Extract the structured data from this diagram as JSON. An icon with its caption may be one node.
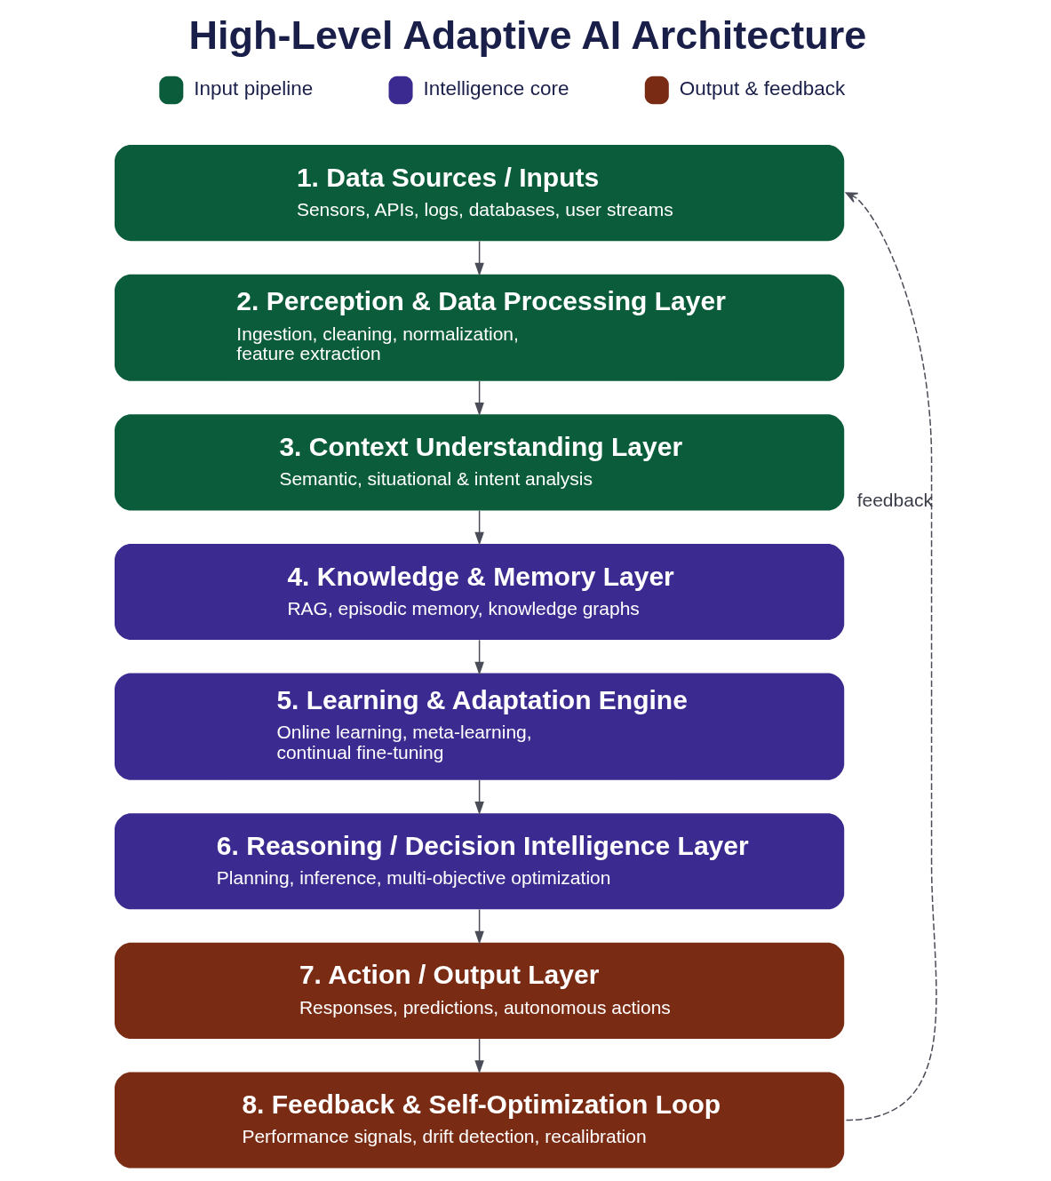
{
  "diagram": {
    "title": "High-Level Adaptive AI Architecture",
    "nodes": [
      {
        "text": [
          "1. Data Sources / Inputs",
          "Sensors, APIs, logs, databases, user streams"
        ]
      },
      {
        "text": [
          "2. Perception & Data Processing Layer",
          "Ingestion, cleaning, normalization, feature extraction"
        ]
      },
      {
        "text": [
          "3. Context Understanding Layer",
          "Semantic, situational & intent analysis"
        ]
      },
      {
        "text": [
          "4. Knowledge & Memory Layer",
          "RAG, episodic memory, knowledge graphs"
        ]
      },
      {
        "text": [
          "5. Learning & Adaptation Engine",
          "Online learning, meta-learning, continual fine-tuning"
        ]
      },
      {
        "text": [
          "6. Reasoning / Decision Intelligence Layer",
          "Planning, inference, multi-objective optimization"
        ]
      },
      {
        "text": [
          "7. Action / Output Layer",
          "Responses, predictions, autonomous actions"
        ]
      },
      {
        "text": [
          "8. Feedback & Self-Optimization Loop",
          "Performance signals, drift detection, recalibration"
        ]
      }
    ],
    "edges": [
      {
        "from": 0,
        "to": 1,
        "arrow": "to"
      },
      {
        "from": 1,
        "to": 2,
        "arrow": "to"
      },
      {
        "from": 2,
        "to": 3,
        "arrow": "to"
      },
      {
        "from": 3,
        "to": 4,
        "arrow": "to"
      },
      {
        "from": 4,
        "to": 5,
        "arrow": "to"
      },
      {
        "from": 5,
        "to": 6,
        "arrow": "to"
      },
      {
        "from": 6,
        "to": 7,
        "arrow": "to"
      },
      {
        "from": 7,
        "to": 0,
        "arrow": "to",
        "label": "feedback",
        "style": "dashed"
      }
    ],
    "legend": [
      {
        "text": "Input pipeline",
        "color": "#0b5c3a"
      },
      {
        "text": "Intelligence core",
        "color": "#3b2a8f"
      },
      {
        "text": "Output & feedback",
        "color": "#7a2b14"
      }
    ]
  }
}
